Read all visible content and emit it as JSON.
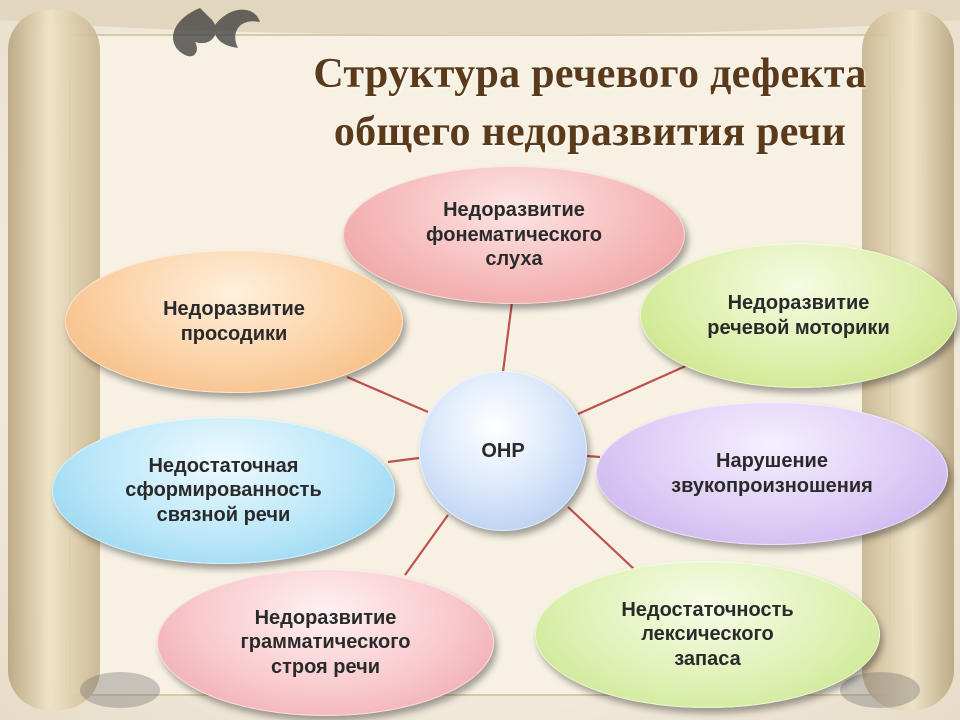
{
  "title": {
    "line1": "Структура речевого дефекта",
    "line2": "общего недоразвития речи"
  },
  "diagram": {
    "center": "ОНР",
    "nodes": {
      "phonemic": "Недоразвитие\nфонематического\nслуха",
      "prosody": "Недоразвитие\nпросодики",
      "motor": "Недоразвитие\nречевой моторики",
      "coherent": "Недостаточная\nсформированность\nсвязной речи",
      "sound": "Нарушение\nзвукопроизношения",
      "grammar": "Недоразвитие\nграмматического\nстроя речи",
      "lexical": "Недостаточность\nлексического\nзапаса"
    },
    "link_color": "#c0504d"
  },
  "colors": {
    "title": "#5a3a1a",
    "parchment": "#f4eee2"
  }
}
